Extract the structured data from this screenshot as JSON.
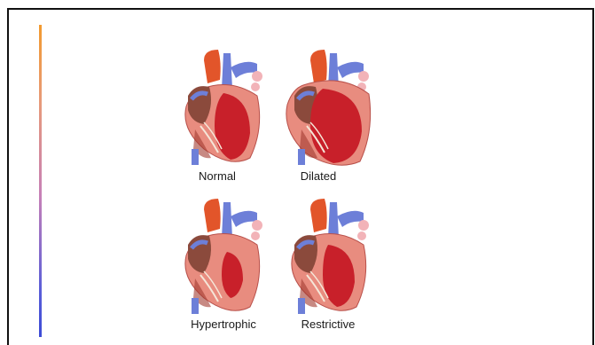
{
  "figure": {
    "panels": [
      {
        "label": "Normal",
        "icon": "normal-heart-illustration"
      },
      {
        "label": "Dilated",
        "icon": "dilated-heart-illustration"
      },
      {
        "label": "Hypertrophic",
        "icon": "hypertrophic-heart-illustration"
      },
      {
        "label": "Restrictive",
        "icon": "restrictive-heart-illustration"
      }
    ]
  },
  "colors": {
    "accent_top": "#f39a2e",
    "accent_bottom": "#3c4bd6",
    "muscle": "#c8202a",
    "muscle_light": "#e88c7f",
    "vessel_blue": "#6d7fd8",
    "aorta_orange": "#e2552a"
  }
}
